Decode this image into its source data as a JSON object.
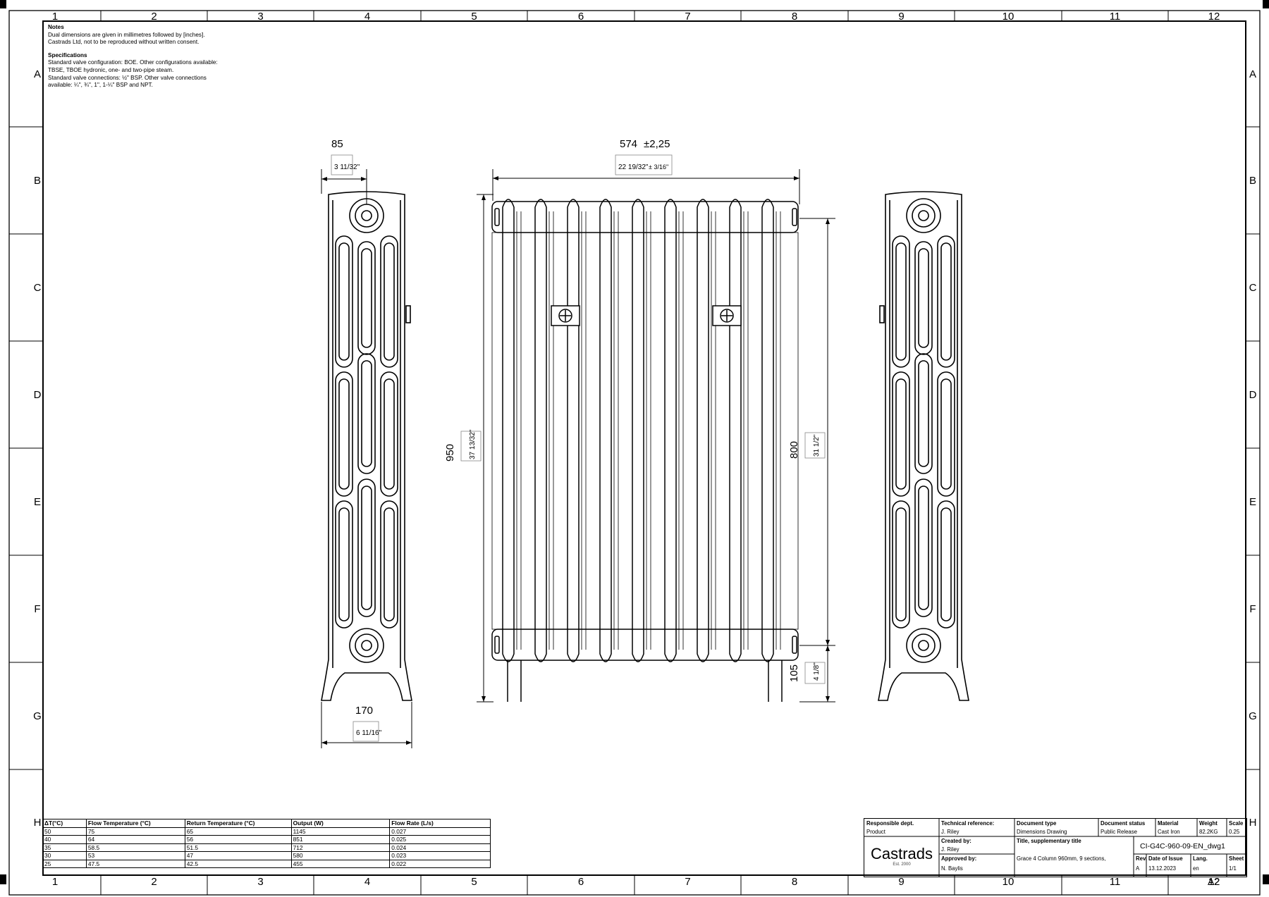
{
  "grid": {
    "columns": [
      "1",
      "2",
      "3",
      "4",
      "5",
      "6",
      "7",
      "8",
      "9",
      "10",
      "11",
      "12"
    ],
    "rows": [
      "A",
      "B",
      "C",
      "D",
      "E",
      "F",
      "G",
      "H"
    ]
  },
  "notes": {
    "heading": "Notes",
    "lines": [
      "Dual dimensions are given in millimetres followed by [inches].",
      "Castrads Ltd, not to be reproduced without written consent."
    ],
    "spec_heading": "Specifications",
    "spec_lines": [
      "Standard valve configuration: BOE. Other configurations available:",
      "TBSE, TBOE hydronic, one- and two-pipe steam.",
      "Standard valve connections: ½\" BSP. Other valve connections",
      "available: ¼\", ¾\", 1\", 1-¼\" BSP and NPT."
    ]
  },
  "dimensions": {
    "depth_top_mm": "85",
    "depth_top_in": "3 11/32\"",
    "width_mm": "574",
    "width_tol_mm": "±2,25",
    "width_in": "22 19/32\"",
    "width_tol_in": "± 3/16\"",
    "height_mm": "950",
    "height_in": "37 13/32\"",
    "centres_mm": "800",
    "centres_in": "31 1/2\"",
    "floor_mm": "105",
    "floor_in": "4 1/8\"",
    "foot_mm": "170",
    "foot_in": "6 11/16\""
  },
  "performance": {
    "headers": [
      "ΔT(°C)",
      "Flow Temperature (°C)",
      "Return Temperature (°C)",
      "Output (W)",
      "Flow Rate (L/s)"
    ],
    "rows": [
      [
        "50",
        "75",
        "65",
        "1145",
        "0.027"
      ],
      [
        "40",
        "64",
        "56",
        "851",
        "0.025"
      ],
      [
        "35",
        "58.5",
        "51.5",
        "712",
        "0.024"
      ],
      [
        "30",
        "53",
        "47",
        "580",
        "0.023"
      ],
      [
        "25",
        "47.5",
        "42.5",
        "455",
        "0.022"
      ]
    ]
  },
  "title_block": {
    "responsible_dept_label": "Responsible dept.",
    "responsible_dept": "Product",
    "tech_ref_label": "Technical reference:",
    "tech_ref": "J. Riley",
    "doc_type_label": "Document type",
    "doc_type": "Dimensions Drawing",
    "doc_status_label": "Document status",
    "doc_status": "Public Release",
    "material_label": "Material",
    "material": "Cast Iron",
    "weight_label": "Weight",
    "weight": "82.2KG",
    "scale_label": "Scale",
    "scale": "0.25",
    "created_label": "Created by:",
    "created": "J. Riley",
    "title_label": "Title, supplementary title",
    "title": "Grace 4 Column 960mm, 9 sections,",
    "drawing_number": "CI-G4C-960-09-EN_dwg1",
    "approved_label": "Approved by:",
    "approved": "N. Baylis",
    "rev_label": "Rev.",
    "rev": "A",
    "date_label": "Date of Issue",
    "date": "13.12.2023",
    "lang_label": "Lang.",
    "lang": "en",
    "sheet_label": "Sheet",
    "sheet": "1/1",
    "logo": "Castrads",
    "logo_sub": "Est. 2000",
    "paper_size": "A2"
  },
  "colors": {
    "ink": "#000000",
    "paper": "#ffffff"
  }
}
